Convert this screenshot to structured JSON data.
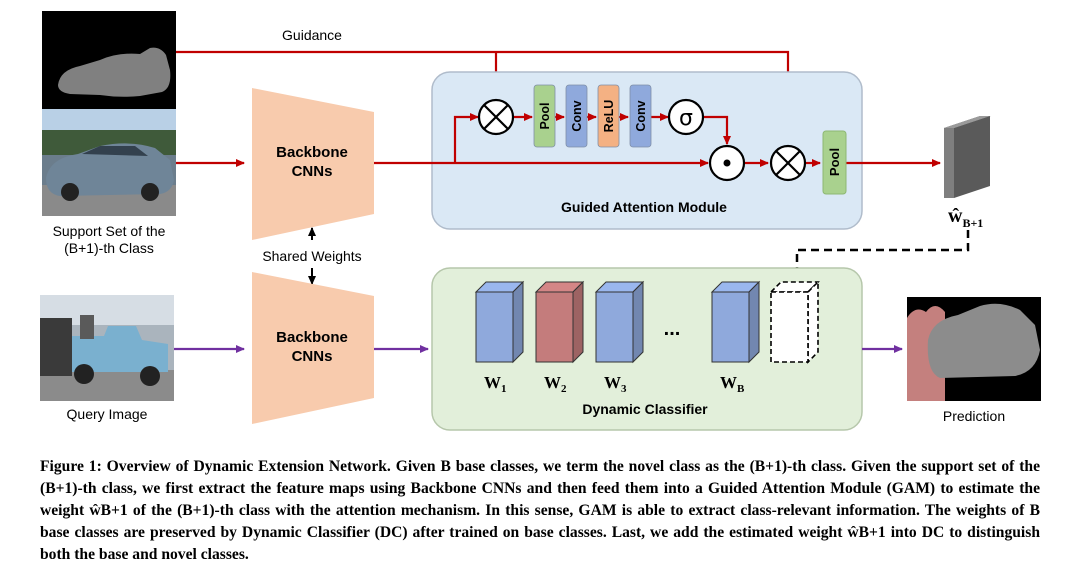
{
  "diagram": {
    "guidance_label": "Guidance",
    "support_label_line1": "Support Set of the",
    "support_label_line2": "(B+1)-th Class",
    "shared_weights_label": "Shared Weights",
    "query_label": "Query Image",
    "prediction_label": "Prediction",
    "backbone_top_line1": "Backbone",
    "backbone_top_line2": "CNNs",
    "backbone_bottom_line1": "Backbone",
    "backbone_bottom_line2": "CNNs",
    "gam_title": "Guided Attention Module",
    "gam_blocks": [
      "Pool",
      "Conv",
      "ReLU",
      "Conv"
    ],
    "gam_pool2": "Pool",
    "sigma_symbol": "σ",
    "times_symbol": "⊗",
    "dot_symbol": "⊙",
    "w_hat_label": "ŵ",
    "w_hat_sub": "B+1",
    "dc_title": "Dynamic Classifier",
    "ellipsis": "...",
    "weights": [
      {
        "main": "W",
        "sub": "1"
      },
      {
        "main": "W",
        "sub": "2"
      },
      {
        "main": "W",
        "sub": "3"
      },
      {
        "main": "W",
        "sub": "B"
      }
    ],
    "colors": {
      "guidance_arrow": "#c00000",
      "query_arrow": "#7030a0",
      "backbone_fill": "#f8cbad",
      "gam_bg": "#dae8f5",
      "dc_bg": "#e2efda",
      "pool_block": "#a9d18e",
      "conv_block": "#8fa9dc",
      "relu_block": "#f4b183",
      "weight_blue": "#8fa9dc",
      "weight_red": "#c47c7c",
      "w_hat_gray": "#7f7f7f"
    }
  },
  "caption": {
    "text": "Figure 1: Overview of Dynamic Extension Network. Given B base classes, we term the novel class as the (B+1)-th class. Given the support set of the (B+1)-th class, we first extract the feature maps using Backbone CNNs and then feed them into a Guided Attention Module (GAM) to estimate the weight ŵB+1 of the (B+1)-th class with the attention mechanism. In this sense, GAM is able to extract class-relevant information. The weights of B base classes are preserved by Dynamic Classifier (DC) after trained on base classes. Last, we add the estimated weight ŵB+1 into DC to distinguish both the base and novel classes."
  }
}
